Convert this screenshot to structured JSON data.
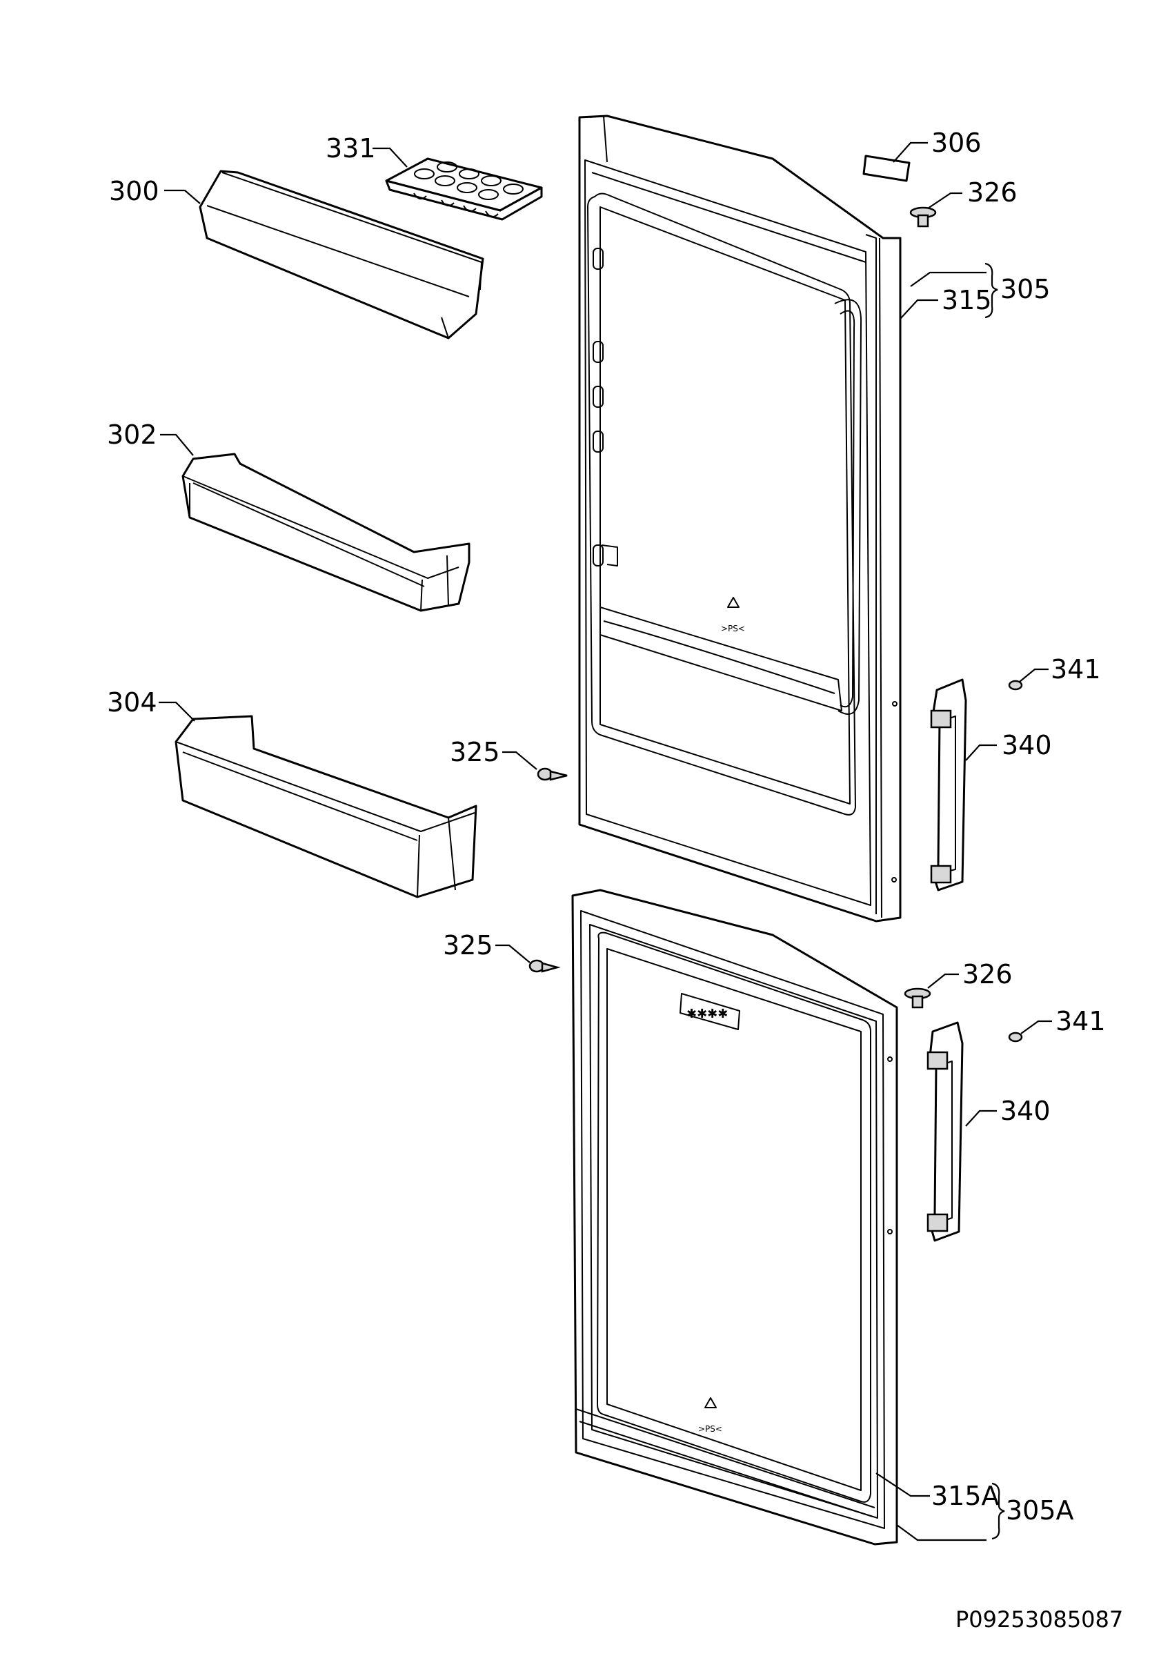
{
  "labels": {
    "p300": "300",
    "p331": "331",
    "p306": "306",
    "p326a": "326",
    "p315": "315",
    "p305": "305",
    "p302": "302",
    "p304": "304",
    "p325a": "325",
    "p341a": "341",
    "p340a": "340",
    "p325b": "325",
    "p326b": "326",
    "p341b": "341",
    "p340b": "340",
    "p315A": "315A",
    "p305A": "305A"
  },
  "drawing_code": "P09253085087"
}
